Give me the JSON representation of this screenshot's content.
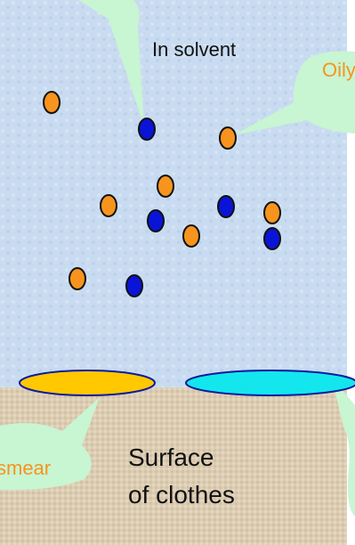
{
  "diagram": {
    "solvent_label": "In solvent",
    "oily_label": "Oily",
    "smear_label": "smear",
    "surface_label_line1": "Surface",
    "surface_label_line2": "of clothes"
  },
  "colors": {
    "solvent_bg": "#c6daf0",
    "fabric_bg": "#dccdb3",
    "callout": "#c8f5d2",
    "orange_particle": "#f7941d",
    "blue_particle": "#0a14d6",
    "smear_yellow": "#ffc800",
    "smear_cyan": "#14e6ee",
    "oily_text": "#f7941d",
    "smear_text": "#f7941d"
  }
}
